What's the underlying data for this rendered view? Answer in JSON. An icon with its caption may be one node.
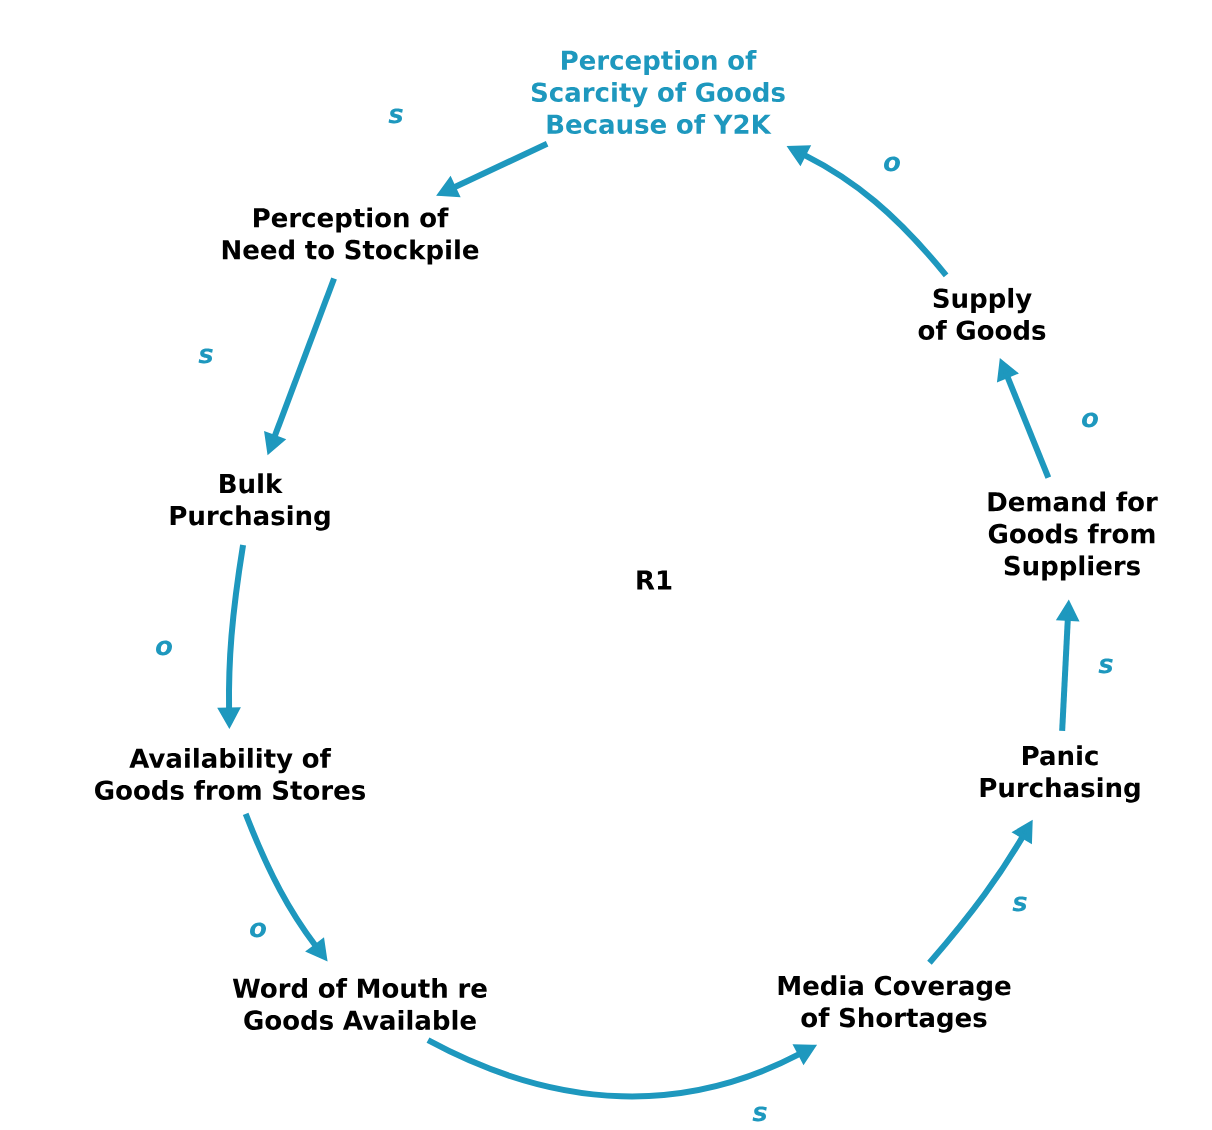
{
  "diagram": {
    "nodes": [
      {
        "text": [
          "Perception of Scarcity of Goods Because of Y2K"
        ]
      },
      {
        "text": [
          "Perception of Need to Stockpile"
        ]
      },
      {
        "text": [
          "Bulk Purchasing"
        ]
      },
      {
        "text": [
          "Availability of Goods from Stores"
        ]
      },
      {
        "text": [
          "Word of Mouth re Goods Available"
        ]
      },
      {
        "text": [
          "Media Coverage of Shortages"
        ]
      },
      {
        "text": [
          "Panic Purchasing"
        ]
      },
      {
        "text": [
          "Demand for Goods from Suppliers"
        ]
      },
      {
        "text": [
          "Supply of Goods"
        ]
      }
    ],
    "edges": [
      {
        "from": 0,
        "to": 1,
        "arrow": "to",
        "label": "s"
      },
      {
        "from": 1,
        "to": 2,
        "arrow": "to",
        "label": "s"
      },
      {
        "from": 2,
        "to": 3,
        "arrow": "to",
        "label": "o"
      },
      {
        "from": 3,
        "to": 4,
        "arrow": "to",
        "label": "o"
      },
      {
        "from": 4,
        "to": 5,
        "arrow": "to",
        "label": "s"
      },
      {
        "from": 5,
        "to": 6,
        "arrow": "to",
        "label": "s"
      },
      {
        "from": 6,
        "to": 7,
        "arrow": "to",
        "label": "s"
      },
      {
        "from": 7,
        "to": 8,
        "arrow": "to",
        "label": "o"
      },
      {
        "from": 8,
        "to": 0,
        "arrow": "to",
        "label": "o"
      }
    ],
    "labels": [
      "R1"
    ]
  }
}
